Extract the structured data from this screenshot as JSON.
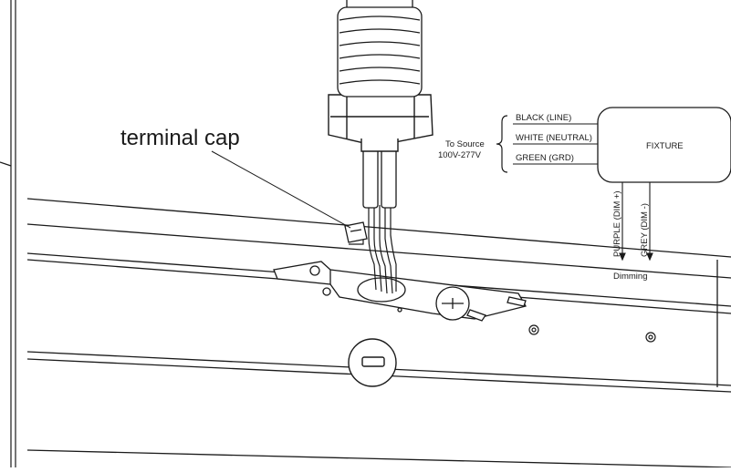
{
  "callout": {
    "label": "terminal cap"
  },
  "wiring": {
    "source_label_line1": "To Source",
    "source_label_line2": "100V-277V",
    "wires": [
      "BLACK (LINE)",
      "WHITE (NEUTRAL)",
      "GREEN (GRD)"
    ],
    "fixture_label": "FIXTURE",
    "dimming_wires": [
      "PURPLE (DIM +)",
      "GREY (DIM -)"
    ],
    "dimming_label": "Dimming"
  },
  "colors": {
    "line": "#1a1a1a",
    "background": "#ffffff"
  }
}
